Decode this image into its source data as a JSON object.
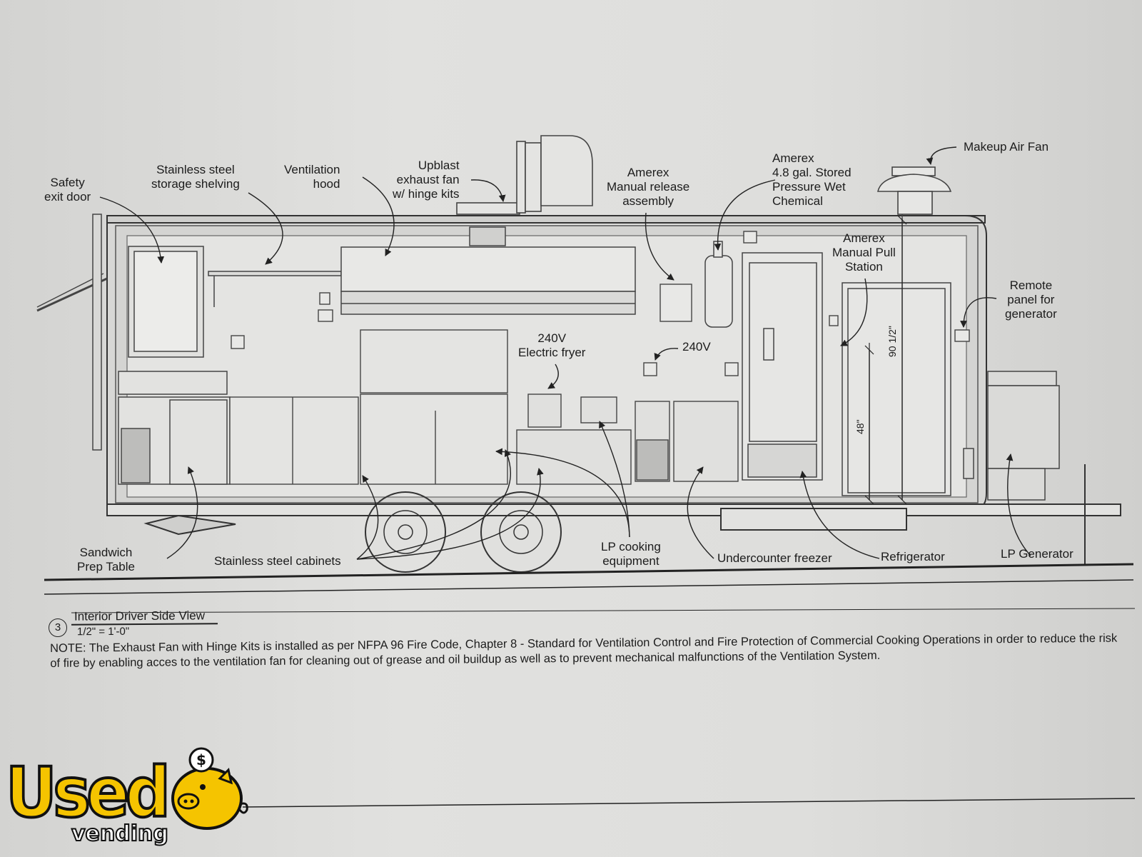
{
  "callouts": {
    "safety_exit_door": [
      "Safety",
      "exit door"
    ],
    "stainless_shelving": [
      "Stainless steel",
      "storage shelving"
    ],
    "ventilation_hood": [
      "Ventilation",
      "hood"
    ],
    "upblast_fan": [
      "Upblast",
      "exhaust fan",
      "w/ hinge kits"
    ],
    "amerex_release": [
      "Amerex",
      "Manual release",
      "assembly"
    ],
    "amerex_chemical": [
      "Amerex",
      "4.8 gal. Stored",
      "Pressure Wet",
      "Chemical"
    ],
    "makeup_air_fan": [
      "Makeup Air Fan"
    ],
    "amerex_pull": [
      "Amerex",
      "Manual Pull",
      "Station"
    ],
    "remote_panel": [
      "Remote",
      "panel for",
      "generator"
    ],
    "fryer": [
      "240V",
      "Electric fryer"
    ],
    "outlet_240v": [
      "240V"
    ],
    "sandwich_prep": [
      "Sandwich",
      "Prep Table"
    ],
    "stainless_cabinets": [
      "Stainless steel cabinets"
    ],
    "lp_cooking": [
      "LP cooking",
      "equipment"
    ],
    "undercounter_freezer": [
      "Undercounter freezer"
    ],
    "refrigerator": [
      "Refrigerator"
    ],
    "lp_generator": [
      "LP Generator"
    ]
  },
  "dimensions": {
    "height_door": "90 1/2\"",
    "counter_height": "48\""
  },
  "caption": {
    "number": "3",
    "title": "Interior Driver Side View",
    "scale": "1/2\" = 1'-0\""
  },
  "note": "NOTE: The Exhaust Fan with Hinge Kits is installed as per NFPA 96 Fire Code, Chapter 8 - Standard for Ventilation Control and Fire Protection of Commercial Cooking Operations in order to reduce the risk of fire by enabling acces to the ventilation fan for cleaning out of grease and oil buildup as well as to prevent mechanical malfunctions of the Ventilation System.",
  "logo": {
    "used": "Used",
    "vending": "vending",
    "dollar": "$"
  }
}
